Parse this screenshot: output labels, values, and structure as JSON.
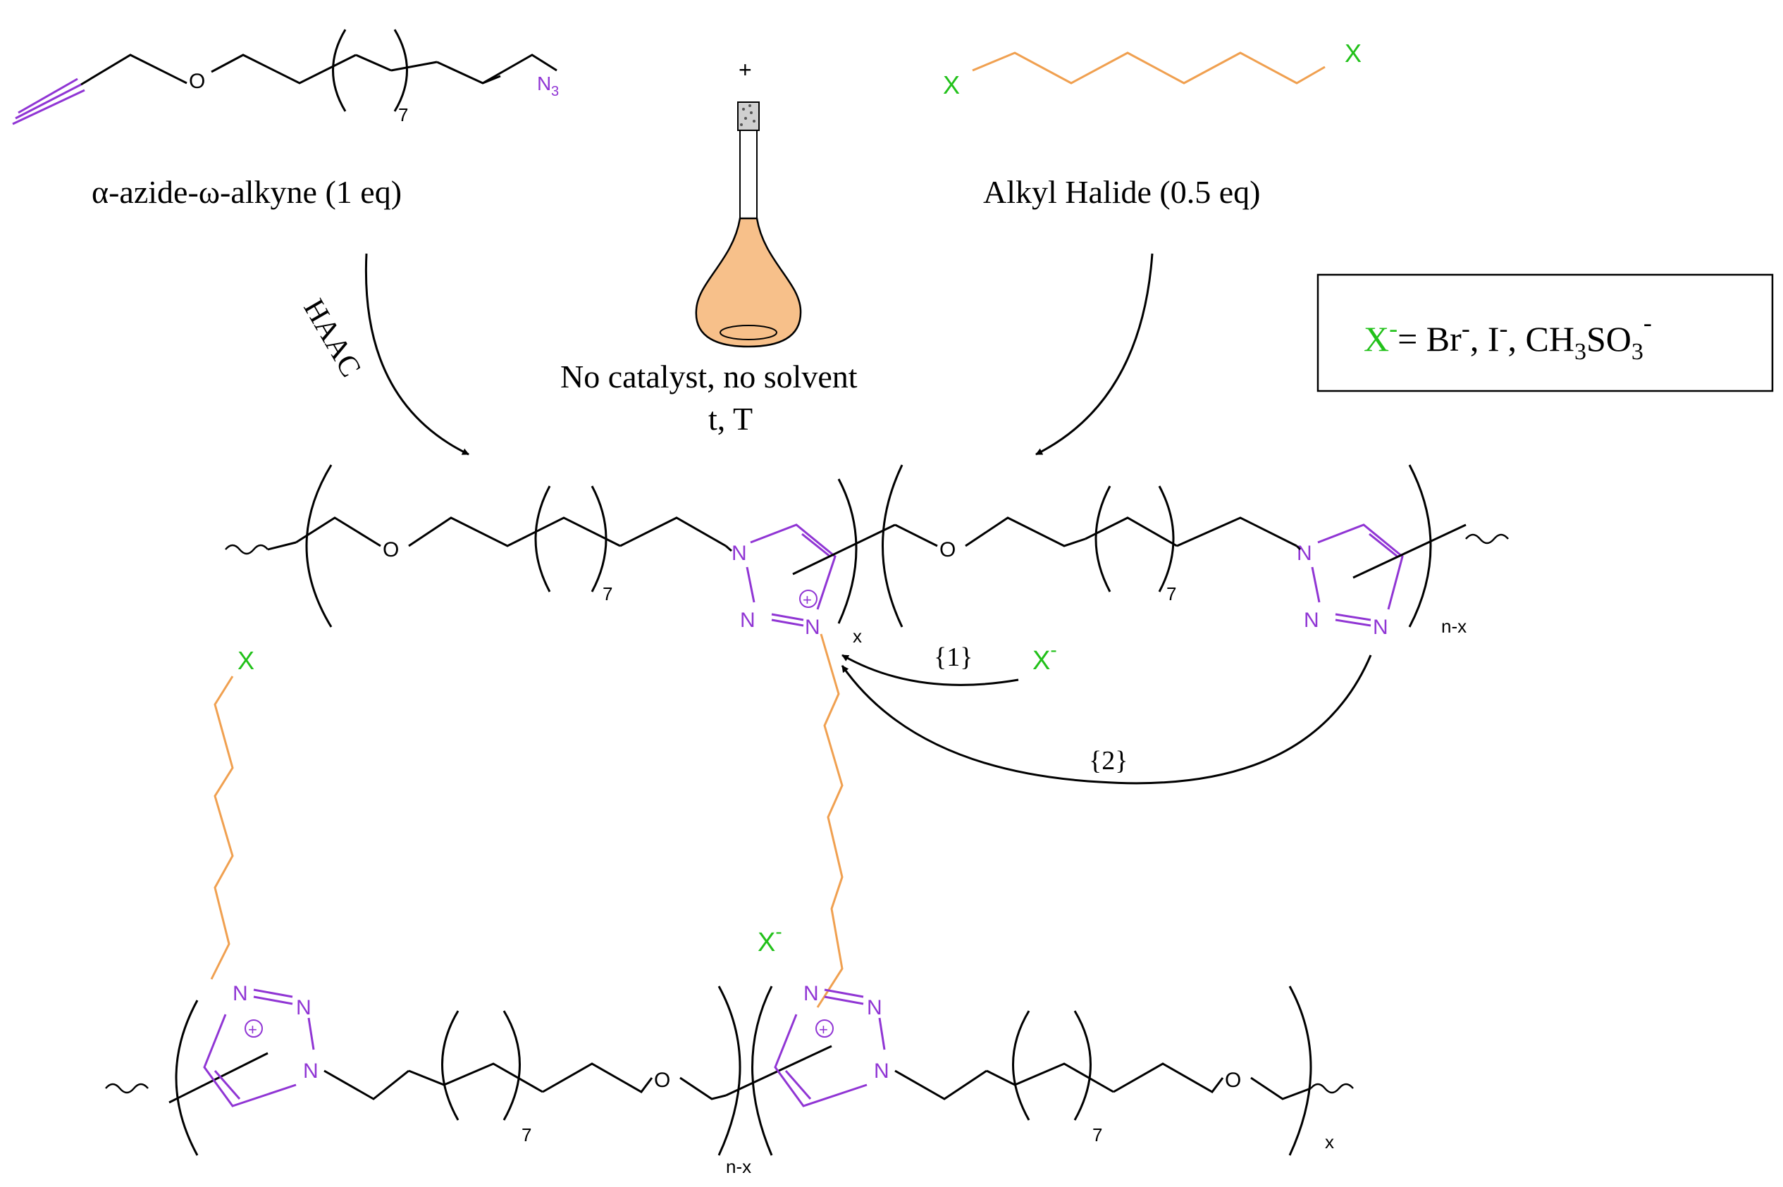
{
  "reactants": {
    "monomer_label": "α-azide-ω-alkyne (1 eq)",
    "halide_label": "Alkyl Halide (0.5 eq)",
    "plus": "+",
    "repeat_7": "7",
    "azide_N": "N",
    "azide_sub": "3",
    "halide_X": "X"
  },
  "conditions": {
    "line1": "No catalyst, no solvent",
    "line2": "t, T",
    "haac": "HAAC"
  },
  "anion_box": {
    "X": "X",
    "minus": "-",
    "eq": "= Br",
    "i": ", I",
    "ch": ", CH",
    "sub3a": "3",
    "so": "SO",
    "sub3b": "3"
  },
  "polymer": {
    "O": "O",
    "N": "N",
    "plus": "+",
    "rep7": "7",
    "x": "x",
    "nx": "n-x",
    "X": "X"
  },
  "pathways": {
    "p1": "{1}",
    "p2": "{2}"
  },
  "colors": {
    "purple": "#9035d4",
    "orange": "#f0a050",
    "green": "#22c11a",
    "black": "#000000"
  }
}
